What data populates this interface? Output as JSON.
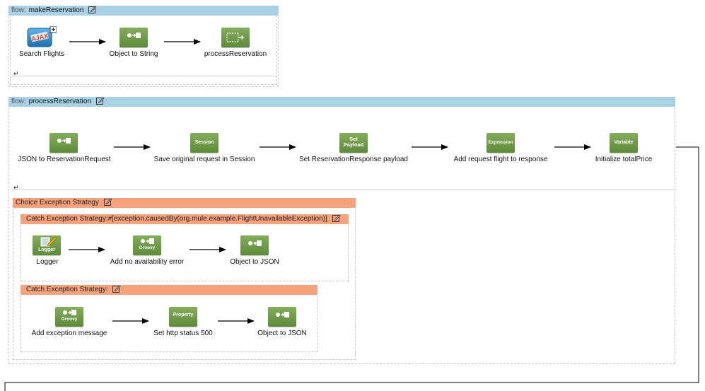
{
  "flow1": {
    "keyword": "flow:",
    "name": "makeReservation",
    "nodes": [
      {
        "label": "Search Flights",
        "badge": "AJAX"
      },
      {
        "label": "Object to String"
      },
      {
        "label": "processReservation"
      }
    ]
  },
  "flow2": {
    "keyword": "flow:",
    "name": "processReservation",
    "nodes": [
      {
        "label": "JSON to ReservationRequest"
      },
      {
        "label": "Save original request in Session",
        "badge": "Session"
      },
      {
        "label": "Set ReservationResponse payload",
        "badge_line1": "Set",
        "badge_line2": "Payload"
      },
      {
        "label": "Add request flight to response",
        "badge": "Expression"
      },
      {
        "label": "Initialize totalPrice",
        "badge": "Variable"
      }
    ]
  },
  "choice": {
    "title": "Choice Exception Strategy",
    "catch1": {
      "title": "Catch Exception Strategy:#[exception.causedBy(org.mule.example.FlightUnavailableException)]",
      "nodes": [
        {
          "label": "Logger",
          "badge": "Logger"
        },
        {
          "label": "Add no availability error",
          "badge": "Groovy"
        },
        {
          "label": "Object to JSON"
        }
      ]
    },
    "catch2": {
      "title": "Catch Exception Strategy:",
      "nodes": [
        {
          "label": "Add exception message",
          "badge": "Groovy"
        },
        {
          "label": "Set http status 500",
          "badge": "Property"
        },
        {
          "label": "Object to JSON"
        }
      ]
    }
  },
  "colors": {
    "flow_header": "#a9d1e6",
    "exception_header": "#f6a27c",
    "node_green": "#6b9646",
    "ajax_blue": "#2f8fd0",
    "ajax_red": "#d93a2b"
  },
  "icons": [
    "pencil-icon",
    "transformer-icon",
    "flow-ref-icon",
    "return-icon",
    "ajax-icon",
    "logger-icon"
  ]
}
